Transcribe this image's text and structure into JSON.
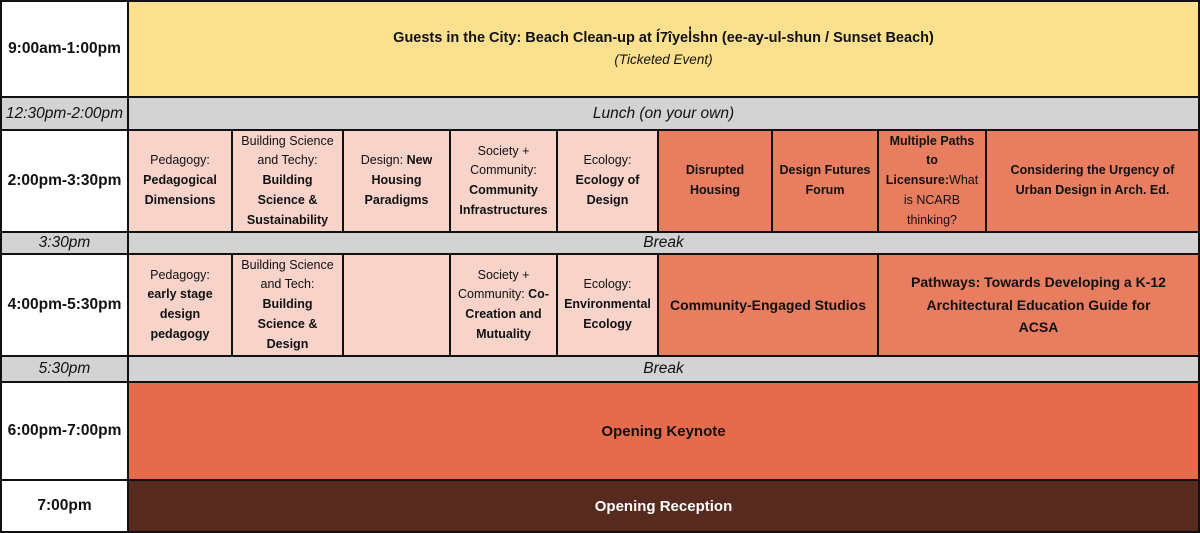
{
  "colors": {
    "yellow": "#FBE18F",
    "gray": "#D3D3D3",
    "light_pink": "#F7D3CA",
    "salmon": "#E87D60",
    "keynote_orange": "#E66A4C",
    "maroon": "#562A1F",
    "grid_line": "#111111"
  },
  "times": {
    "r1": "9:00am-1:00pm",
    "r2": "12:30pm-2:00pm",
    "r3": "2:00pm-3:30pm",
    "r4": "3:30pm",
    "r5": "4:00pm-5:30pm",
    "r6": "5:30pm",
    "r7": "6:00pm-7:00pm",
    "r8": "7:00pm"
  },
  "rows": {
    "guests": {
      "title": "Guests in the City: Beach Clean-up at Í7îyel̓shn (ee-ay-ul-shun / Sunset Beach)",
      "note": "(Ticketed Event)"
    },
    "lunch": "Lunch (on your own)",
    "break1": "Break",
    "break2": "Break",
    "session1": {
      "c1": {
        "prefix": "Pedagogy: ",
        "title": "Pedagogical Dimensions"
      },
      "c2": {
        "prefix": "Building Science and Techy: ",
        "title": "Building Science & Sustainability"
      },
      "c3": {
        "prefix": "Design: ",
        "title": "New Housing Paradigms"
      },
      "c4": {
        "prefix": "Society + Community: ",
        "title": "Community Infrastructures"
      },
      "c5": {
        "prefix": "Ecology: ",
        "title": "Ecology of Design"
      },
      "c6": {
        "title": "Disrupted Housing"
      },
      "c7": {
        "title": "Design Futures Forum"
      },
      "c8": {
        "title": "Multiple Paths to Licensure:",
        "suffix": "What is NCARB thinking?"
      },
      "c9": {
        "title": "Considering the Urgency of Urban Design in Arch. Ed."
      }
    },
    "session2": {
      "c1": {
        "prefix": "Pedagogy: ",
        "title": "early stage design pedagogy"
      },
      "c2": {
        "prefix": "Building Science and Tech: ",
        "title": "Building Science & Design"
      },
      "c4": {
        "prefix": "Society + Community: ",
        "title": "Co-Creation and Mutuality"
      },
      "c5": {
        "prefix": "Ecology: ",
        "title": "Environmental Ecology"
      },
      "c6": {
        "title": "Community-Engaged Studios"
      },
      "c7": {
        "title": "Pathways: Towards Developing a K-12 Architectural Education Guide for ACSA"
      }
    },
    "keynote": "Opening Keynote",
    "reception": "Opening Reception"
  }
}
